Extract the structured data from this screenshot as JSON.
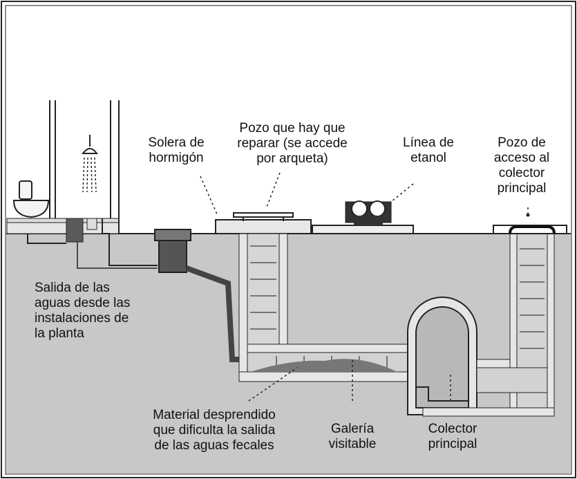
{
  "labels": {
    "solera": [
      "Solera de",
      "hormigón"
    ],
    "pozo_reparar": [
      "Pozo que hay que",
      "reparar (se accede",
      "por arqueta)"
    ],
    "linea_etanol": [
      "Línea de",
      "etanol"
    ],
    "pozo_acceso": [
      "Pozo de",
      "acceso al",
      "colector",
      "principal"
    ],
    "salida": [
      "Salida de las",
      "aguas desde las",
      "instalaciones de",
      "la planta"
    ],
    "material": [
      "Material desprendido",
      "que dificulta la salida",
      "de las aguas fecales"
    ],
    "galeria": [
      "Galería",
      "visitable"
    ],
    "colector": [
      "Colector",
      "principal"
    ]
  },
  "colors": {
    "ground": "#c8c8c8",
    "wall": "#e4e4e4",
    "dark": "#4a4a4a",
    "sediment": "#777777"
  }
}
